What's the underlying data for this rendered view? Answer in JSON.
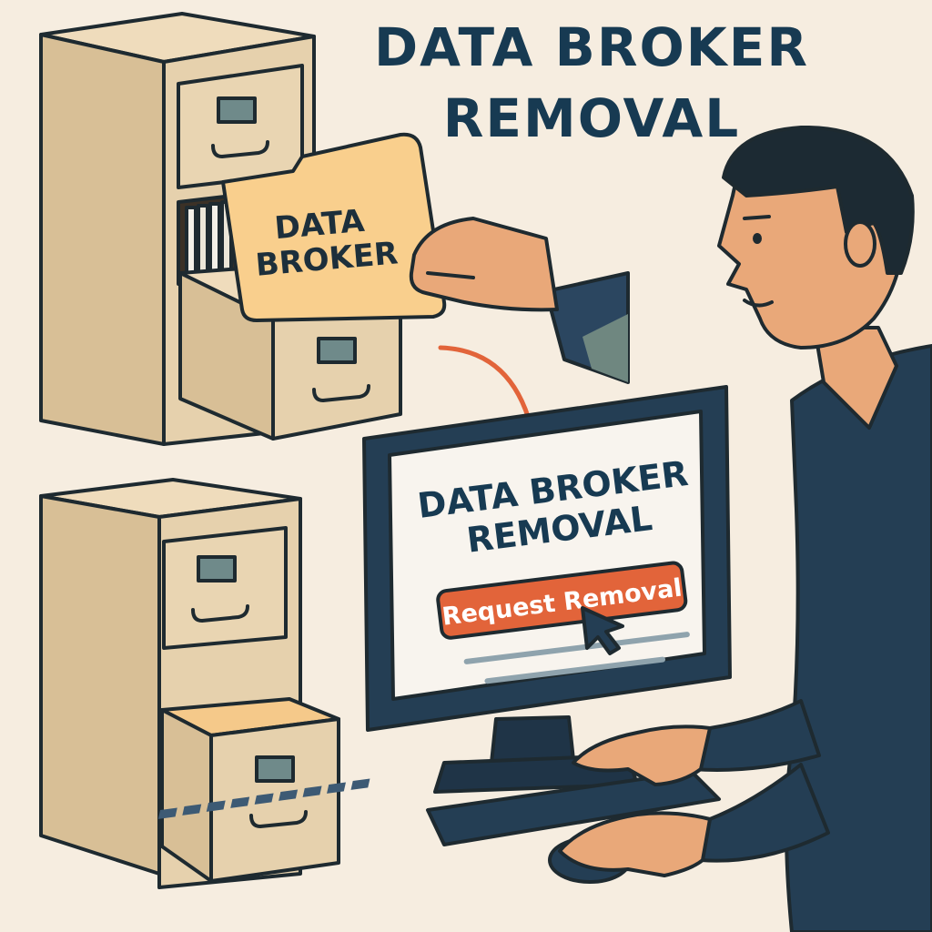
{
  "title": {
    "line1": "DATA BROKER",
    "line2": "REMOVAL"
  },
  "folder": {
    "line1": "DATA",
    "line2": "BROKER"
  },
  "screen": {
    "heading_line1": "DATA BROKER",
    "heading_line2": "REMOVAL",
    "button_label": "Request Removal"
  },
  "colors": {
    "background": "#f6ede0",
    "title": "#173a52",
    "cabinet": "#e6d1ad",
    "folder": "#f9cf8d",
    "button": "#e2643a",
    "shirt": "#243e54",
    "skin": "#e9a879",
    "arrow": "#e2643a"
  },
  "icons": {
    "cursor": "mouse-pointer-icon",
    "arrow": "curved-arrow-icon"
  }
}
